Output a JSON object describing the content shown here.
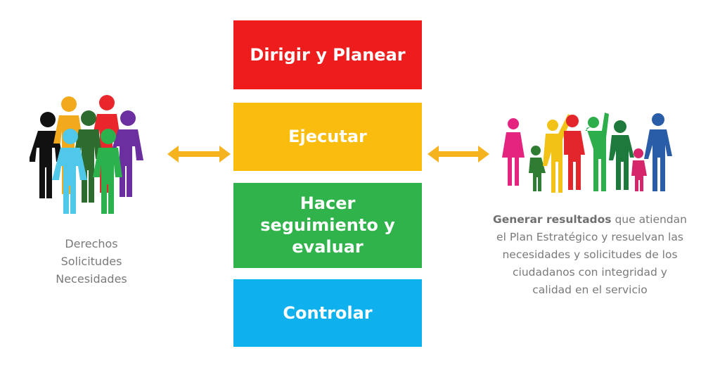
{
  "boxes": [
    {
      "label": "Dirigir y Planear",
      "color": "#ee1c1c"
    },
    {
      "label": "Ejecutar",
      "color": "#fbbd0d"
    },
    {
      "lines": [
        "Hacer",
        "seguimiento y",
        "evaluar"
      ],
      "color": "#2fb34a"
    },
    {
      "label": "Controlar",
      "color": "#0fb0ee"
    }
  ],
  "arrow_color": "#f5b41f",
  "left": {
    "lines": [
      "Derechos",
      "Solicitudes",
      "Necesidades"
    ],
    "icon": "people-group-icon"
  },
  "right": {
    "bold": "Generar resultados",
    "lines": [
      " que atiendan",
      "el Plan Estratégico y resuelvan las",
      "necesidades y solicitudes de los",
      "ciudadanos con integridad y",
      "calidad en el servicio"
    ],
    "icon": "celebrating-people-icon"
  }
}
